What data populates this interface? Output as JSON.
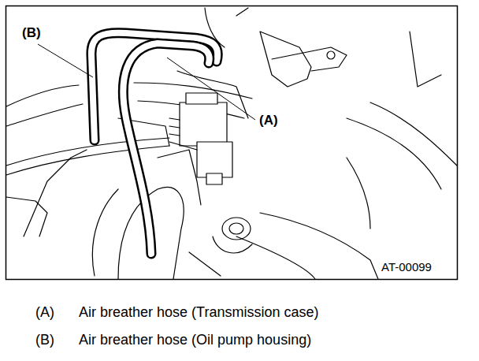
{
  "diagram": {
    "labels": [
      "(B)",
      "(A)",
      "AT-00099",
      "(A)",
      "Air breather hose (Transmission case)",
      "(B)",
      "Air breather hose (Oil pump housing)"
    ]
  }
}
